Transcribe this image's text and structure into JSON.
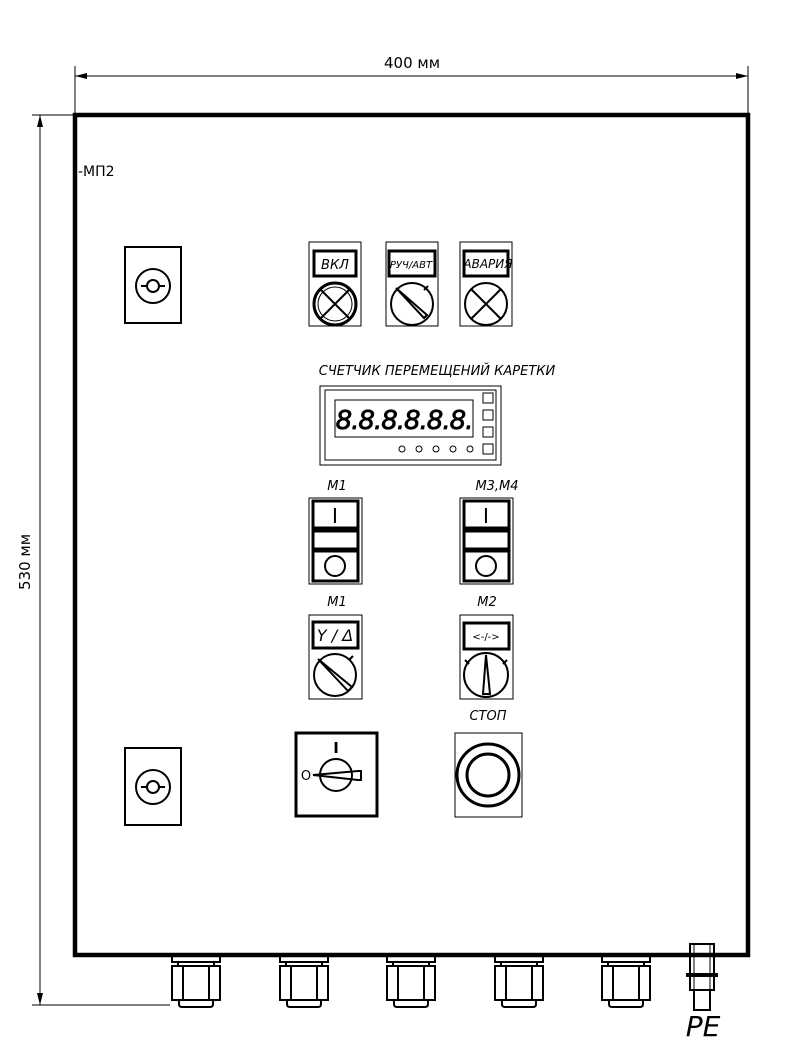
{
  "dimensions": {
    "width_label": "400 мм",
    "height_label": "530 мм"
  },
  "enclosure": {
    "designation": "-МП2"
  },
  "pilot_lights": [
    {
      "label": "ВКЛ",
      "type": "lamp"
    },
    {
      "label": "РУЧ/АВТ",
      "type": "selector"
    },
    {
      "label": "АВАРИЯ",
      "type": "lamp"
    }
  ],
  "counter": {
    "title": "СЧЕТЧИК ПЕРЕМЕЩЕНИЙ КАРЕТКИ",
    "display": "8.8.8.8.8.8."
  },
  "button_blocks": [
    {
      "caption": "М1",
      "top_symbol": "I"
    },
    {
      "caption": "М3,М4",
      "top_symbol": "I"
    }
  ],
  "selectors": [
    {
      "caption": "М1",
      "label": "Y / Δ"
    },
    {
      "caption": "М2",
      "label": "<-/->"
    }
  ],
  "main_switch": {
    "on_label": "I",
    "off_label": "O"
  },
  "stop_button": {
    "caption": "СТОП"
  },
  "ground": {
    "label": "PE"
  }
}
